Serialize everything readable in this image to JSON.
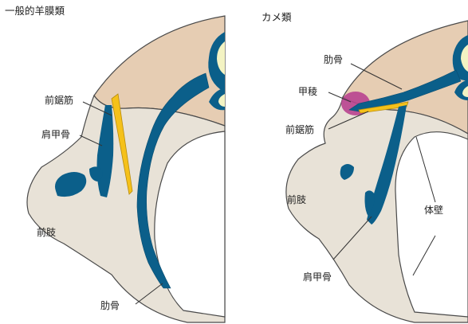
{
  "colors": {
    "dorsal_tissue": "#e6cdb3",
    "body_tissue": "#e8e2d7",
    "outline": "#4a4a4a",
    "bone": "#0b5f8a",
    "vertebra_center": "#f3f3c3",
    "muscle": "#f5c11a",
    "carapace_ridge": "#b8428f",
    "pointer_line": "#333333"
  },
  "panels": [
    {
      "title": "一般的羊膜類",
      "labels": {
        "serratus": "前鋸筋",
        "scapula": "肩甲骨",
        "forelimb": "前肢",
        "rib": "肋骨"
      }
    },
    {
      "title": "カメ類",
      "labels": {
        "rib": "肋骨",
        "carapace_ridge": "甲稜",
        "serratus": "前鋸筋",
        "forelimb": "前肢",
        "body_wall": "体壁",
        "scapula": "肩甲骨"
      }
    }
  ]
}
